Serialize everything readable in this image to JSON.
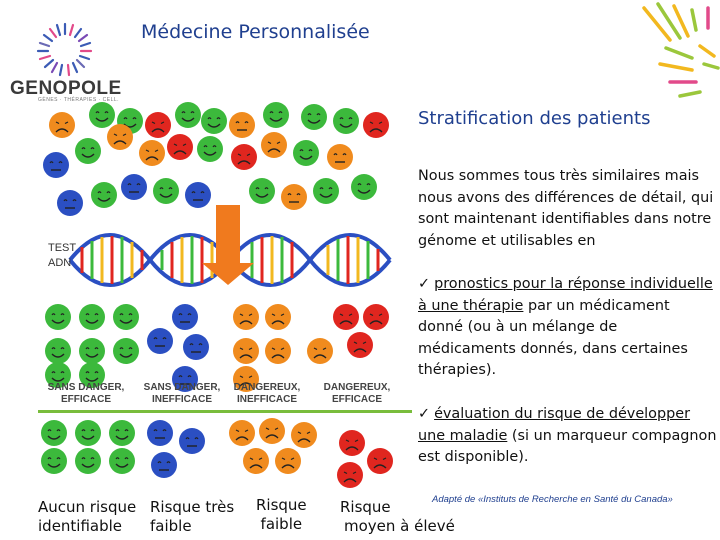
{
  "header": {
    "title": "Médecine Personnalisée",
    "logo_text": "GENOPOLE",
    "logo_sub": "GÈNES · THÉRAPIES · CELL."
  },
  "right": {
    "subtitle": "Stratification des patients",
    "intro": "Nous sommes tous très similaires mais nous avons des différences de détail, qui sont maintenant identifiables dans notre génome et utilisables en",
    "bullet1_underlined": "pronostics pour la réponse individuelle à une thérapie",
    "bullet1_rest": " par un médicament donné (ou à un mélange de médicaments donnés, dans certaines thérapies).",
    "bullet2_underlined": "évaluation du risque de développer une maladie",
    "bullet2_rest": " (si un marqueur compagnon est disponible).",
    "credit": "Adapté de «Instituts de Recherche en Santé du Canada»"
  },
  "illustration": {
    "test_label_line1": "TEST",
    "test_label_line2": "ADN",
    "categories": [
      {
        "line1": "SANS DANGER,",
        "line2": "EFFICACE"
      },
      {
        "line1": "SANS DANGER,",
        "line2": "INEFFICACE"
      },
      {
        "line1": "DANGEREUX,",
        "line2": "INEFFICACE"
      },
      {
        "line1": "DANGEREUX,",
        "line2": "EFFICACE"
      }
    ],
    "risk_labels": [
      {
        "line1": "Aucun risque",
        "line2": "identifiable"
      },
      {
        "line1": "Risque très",
        "line2": "faible"
      },
      {
        "line1": "Risque",
        "line2": "faible"
      },
      {
        "line1": "Risque",
        "line2": "moyen à élevé"
      }
    ],
    "colors": {
      "green": "#3cb93c",
      "blue": "#2b4fc2",
      "orange": "#f08b1e",
      "red": "#e0261f",
      "arrow": "#f07a1e"
    }
  }
}
